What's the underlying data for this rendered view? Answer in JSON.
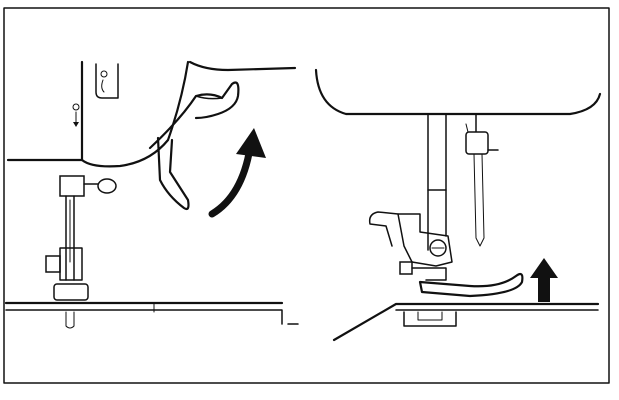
{
  "figure": {
    "panels": [
      {
        "name": "presser-foot-lever-raise",
        "arrow_direction": "counterclockwise-up"
      },
      {
        "name": "presser-foot-raised",
        "arrow_direction": "up"
      }
    ],
    "colors": {
      "ink": "#111111",
      "paper": "#ffffff"
    }
  }
}
